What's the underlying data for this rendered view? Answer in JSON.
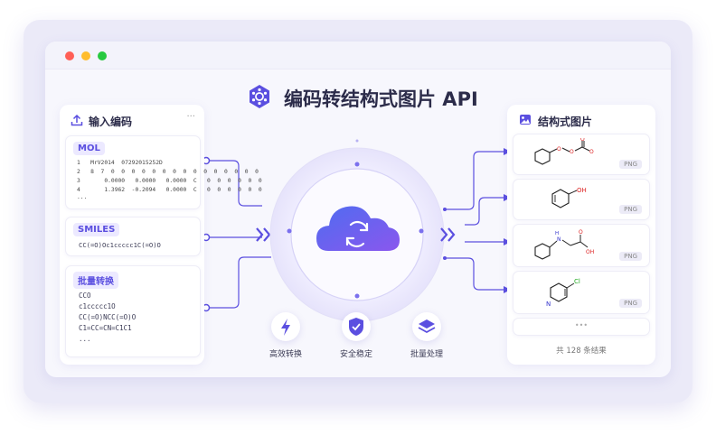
{
  "header": {
    "title": "编码转结构式图片 API"
  },
  "input_panel": {
    "title": "输入编码",
    "more": "···",
    "mol": {
      "label": "MOL",
      "lines": [
        "1   MrV2014  07292015252D",
        "2   8  7  0  0  0  0  0  0  0  0  0  0  0  0  0  0  0",
        "3       0.0000   0.0000   0.0000  C   0  0  0  0  0  0",
        "4       1.3962  -0.2094   0.0000  C   0  0  0  0  0  0",
        "..."
      ]
    },
    "smiles": {
      "label": "SMILES",
      "value": "CC(=O)Oc1ccccc1C(=O)O"
    },
    "batch": {
      "label": "批量转换",
      "lines": [
        "CCO",
        "c1ccccc1O",
        "CC(=O)NCC(=O)O",
        "C1=CC=CN=C1C1",
        "..."
      ]
    }
  },
  "output_panel": {
    "title": "结构式图片",
    "results": [
      {
        "format": "PNG"
      },
      {
        "format": "PNG",
        "label": "OH"
      },
      {
        "format": "PNG",
        "labels": [
          "H",
          "N",
          "O",
          "OH"
        ]
      },
      {
        "format": "PNG",
        "labels": [
          "N",
          "Cl"
        ]
      }
    ],
    "more": "•••",
    "total": "共 128 条结果"
  },
  "features": [
    {
      "label": "高效转换",
      "icon": "lightning-icon"
    },
    {
      "label": "安全稳定",
      "icon": "shield-check-icon"
    },
    {
      "label": "批量处理",
      "icon": "layers-icon"
    }
  ],
  "colors": {
    "accent": "#5b4fe0",
    "dot_red": "#ff5f56",
    "dot_yellow": "#ffbd2e",
    "dot_green": "#27c93f"
  }
}
